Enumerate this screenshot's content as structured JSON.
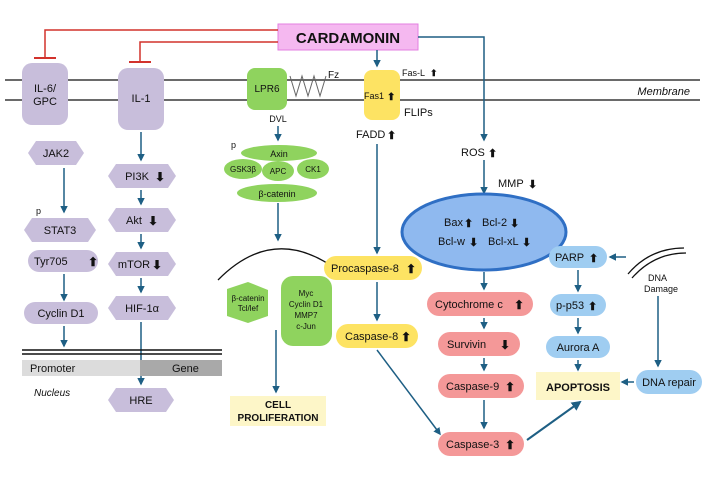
{
  "title": "CARDAMONIN",
  "membrane": "Membrane",
  "receptors": {
    "il6": [
      "IL-6/",
      "GPC"
    ],
    "il1": "IL-1",
    "lpr6": "LPR6",
    "fz": "Fz",
    "fas1": "Fas1",
    "fas_l": "Fas-L",
    "flips": "FLIPs"
  },
  "left_pathway": {
    "jak2": "JAK2",
    "p": "p",
    "stat3": "STAT3",
    "tyr705": "Tyr705",
    "cyclin_d1": "Cyclin D1"
  },
  "il1_pathway": {
    "pi3k": "PI3K",
    "akt": "Akt",
    "mtor": "mTOR",
    "hif": "HIF-1α",
    "hre": "HRE"
  },
  "nucleus": {
    "promoter": "Promoter",
    "gene": "Gene",
    "label": "Nucleus"
  },
  "wnt": {
    "dvl": "DVL",
    "p": "p",
    "axin": "Axin",
    "gsk3b": "GSK3β",
    "apc": "APC",
    "ck1": "CK1",
    "beta_catenin": "β-catenin",
    "bc_tcf": [
      "β-catenin",
      "Tcl/lef"
    ],
    "targets": [
      "Myc",
      "Cyclin D1",
      "MMP7",
      "c-Jun"
    ],
    "proliferation": [
      "CELL",
      "PROLIFERATION"
    ]
  },
  "extrinsic": {
    "fadd": "FADD",
    "procaspase8": "Procaspase-8",
    "caspase8": "Caspase-8"
  },
  "mito": {
    "ros": "ROS",
    "mmp": "MMP",
    "bax": "Bax",
    "bcl2": "Bcl-2",
    "bclw": "Bcl-w",
    "bclxl": "Bcl-xL"
  },
  "intrinsic": {
    "cytochrome_c": "Cytochrome c",
    "survivin": "Survivin",
    "caspase9": "Caspase-9",
    "caspase3": "Caspase-3"
  },
  "repair": {
    "parp": "PARP",
    "p53": "p-p53",
    "aurora": "Aurora A",
    "dna_damage": [
      "DNA",
      "Damage"
    ],
    "dna_repair": "DNA repair"
  },
  "outcome": "APOPTOSIS",
  "colors": {
    "cardamonin": "#f5b8f0",
    "purple": "#c8bedb",
    "green": "#8fd35e",
    "yellow": "#fde363",
    "pink": "#f49898",
    "blue": "#9fcdf1",
    "arrow": "#1e5f84",
    "inhibit": "#d2322c",
    "outcome_box": "#fdf6c8"
  }
}
